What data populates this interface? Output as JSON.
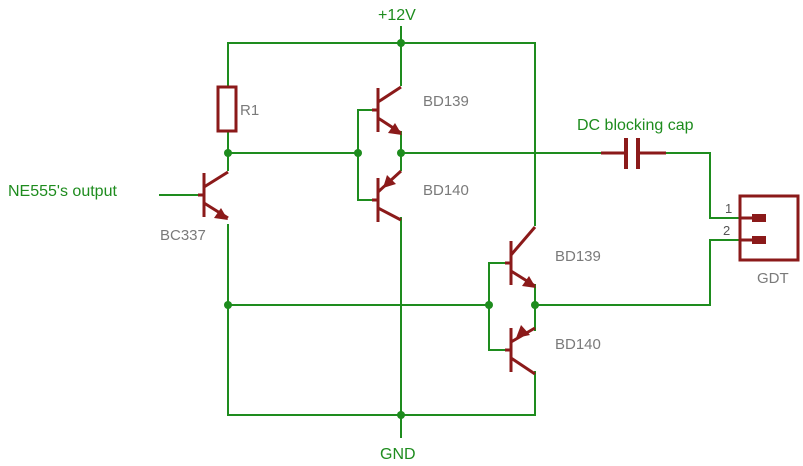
{
  "nets": {
    "supply_label": "+12V",
    "ground_label": "GND",
    "input_label": "NE555's output",
    "cap_label": "DC blocking cap"
  },
  "components": {
    "r1": "R1",
    "q_input": "BC337",
    "q1_top": "BD139",
    "q1_bottom": "BD140",
    "q2_top": "BD139",
    "q2_bottom": "BD140",
    "connector": "GDT",
    "pin1": "1",
    "pin2": "2"
  },
  "colors": {
    "wire": "#1e8c1e",
    "component": "#8b1a1a",
    "part_label": "#7a7a7a",
    "net_label": "#1e8c1e"
  }
}
